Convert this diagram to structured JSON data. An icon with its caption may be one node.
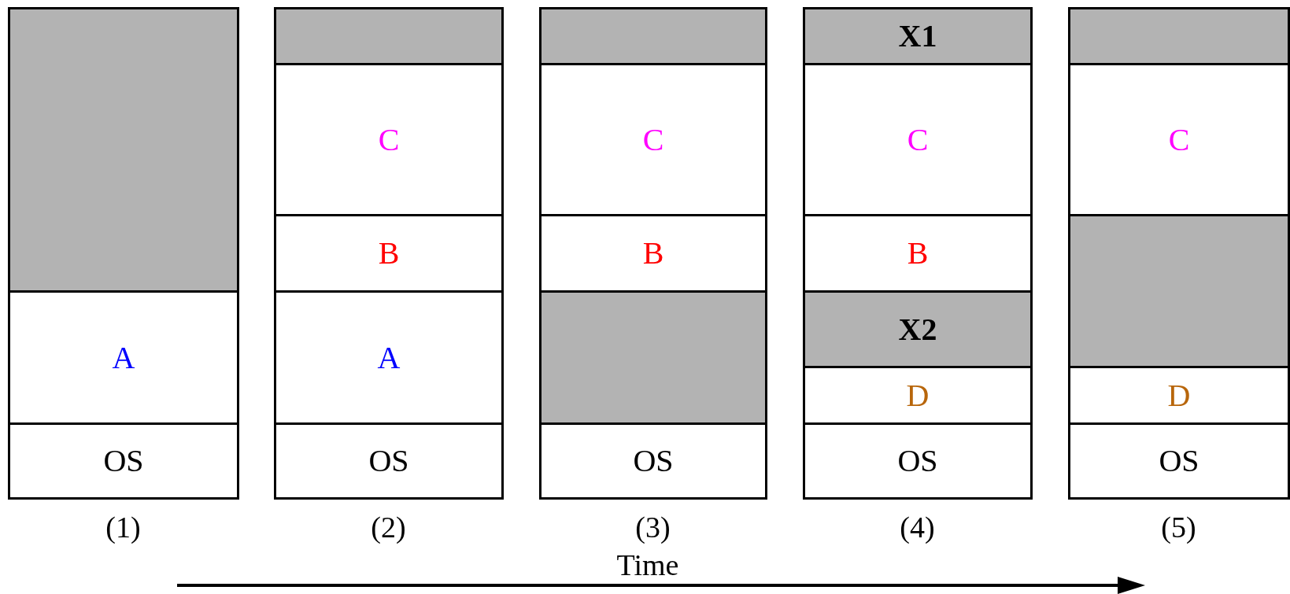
{
  "diagram": {
    "nodes": [
      {
        "text": [],
        "shape": "box"
      },
      {
        "text": [
          "A"
        ]
      },
      {
        "text": [
          "OS"
        ]
      },
      {
        "text": [],
        "shape": "box"
      },
      {
        "text": [
          "C"
        ]
      },
      {
        "text": [
          "B"
        ]
      },
      {
        "text": [
          "A"
        ]
      },
      {
        "text": [
          "OS"
        ]
      },
      {
        "text": [],
        "shape": "box"
      },
      {
        "text": [
          "C"
        ]
      },
      {
        "text": [
          "B"
        ]
      },
      {
        "text": [],
        "shape": "box"
      },
      {
        "text": [
          "OS"
        ]
      },
      {
        "text": [
          "X1"
        ]
      },
      {
        "text": [
          "C"
        ]
      },
      {
        "text": [
          "B"
        ]
      },
      {
        "text": [
          "X2"
        ]
      },
      {
        "text": [
          "D"
        ]
      },
      {
        "text": [
          "OS"
        ]
      },
      {
        "text": [],
        "shape": "box"
      },
      {
        "text": [
          "C"
        ]
      },
      {
        "text": [],
        "shape": "box"
      },
      {
        "text": [
          "D"
        ]
      },
      {
        "text": [
          "OS"
        ]
      }
    ],
    "labels": [
      "(1)",
      "(2)",
      "(3)",
      "(4)",
      "(5)",
      "Time"
    ]
  }
}
